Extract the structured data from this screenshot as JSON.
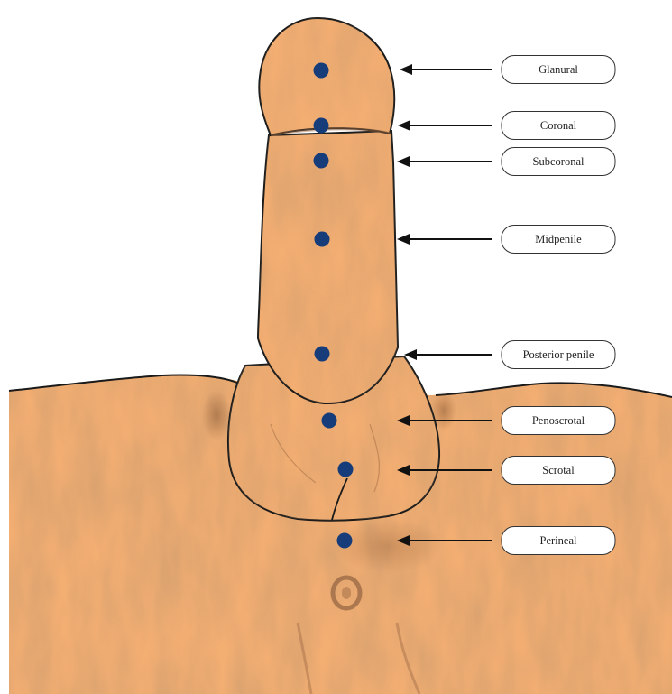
{
  "labels": [
    {
      "id": "glanural",
      "text": "Glanural"
    },
    {
      "id": "coronal",
      "text": "Coronal"
    },
    {
      "id": "subcoronal",
      "text": "Subcoronal"
    },
    {
      "id": "midpenile",
      "text": "Midpenile"
    },
    {
      "id": "posterior-penile",
      "text": "Posterior penile"
    },
    {
      "id": "penoscrotal",
      "text": "Penoscrotal"
    },
    {
      "id": "scrotal",
      "text": "Scrotal"
    },
    {
      "id": "perineal",
      "text": "Perineal"
    }
  ],
  "colors": {
    "skin": "#f3ae72",
    "skin_shade": "#c98a55",
    "outline": "#1a1a1a",
    "dot": "#163d7a",
    "arrow": "#111111",
    "pill_border": "#333333",
    "pill_fill": "#ffffff"
  }
}
